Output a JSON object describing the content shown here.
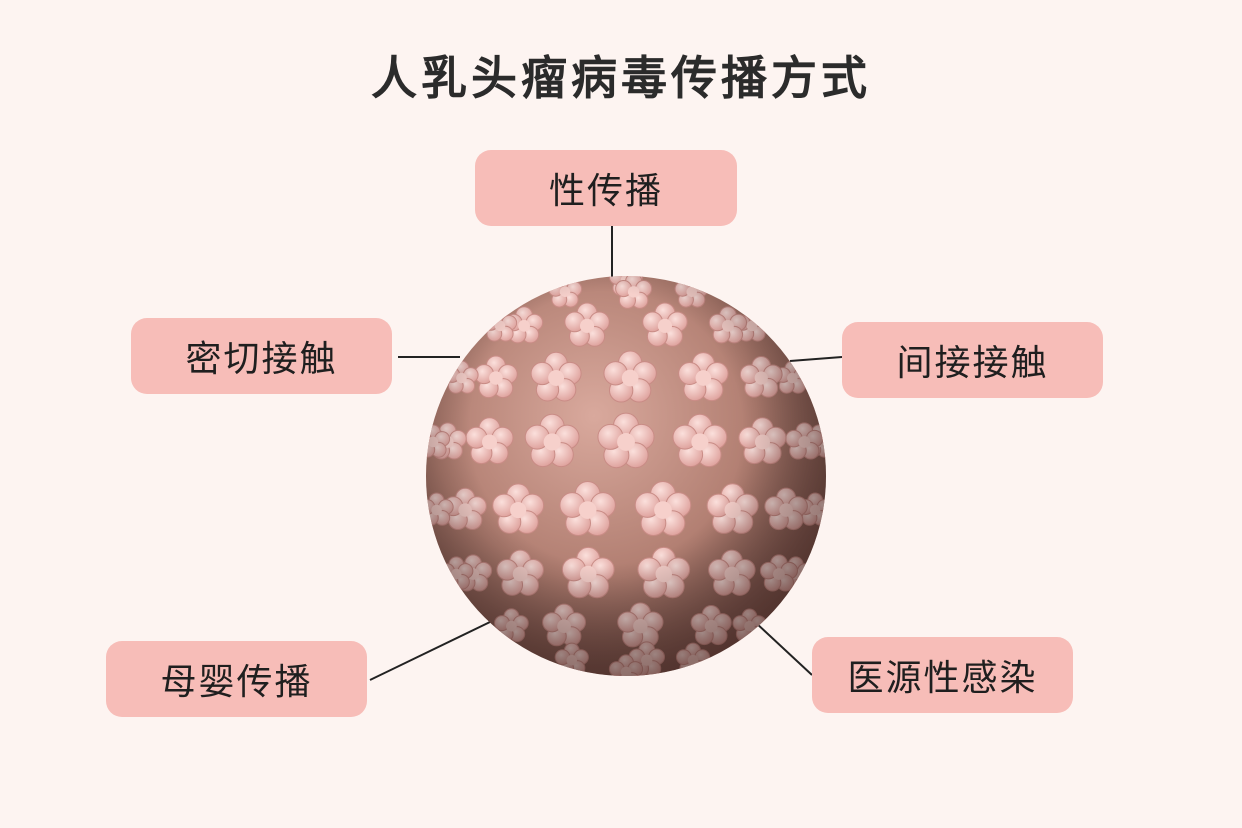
{
  "title": "人乳头瘤病毒传播方式",
  "labels": {
    "top": "性传播",
    "left": "密切接触",
    "right": "间接接触",
    "bottom_left": "母婴传播",
    "bottom_right": "医源性感染"
  },
  "colors": {
    "background": "#fdf4f1",
    "box_fill": "#f7bdb8",
    "text": "#1f1f1f",
    "virus_base": "#b98478",
    "capsomer": "#f2c2c0"
  }
}
